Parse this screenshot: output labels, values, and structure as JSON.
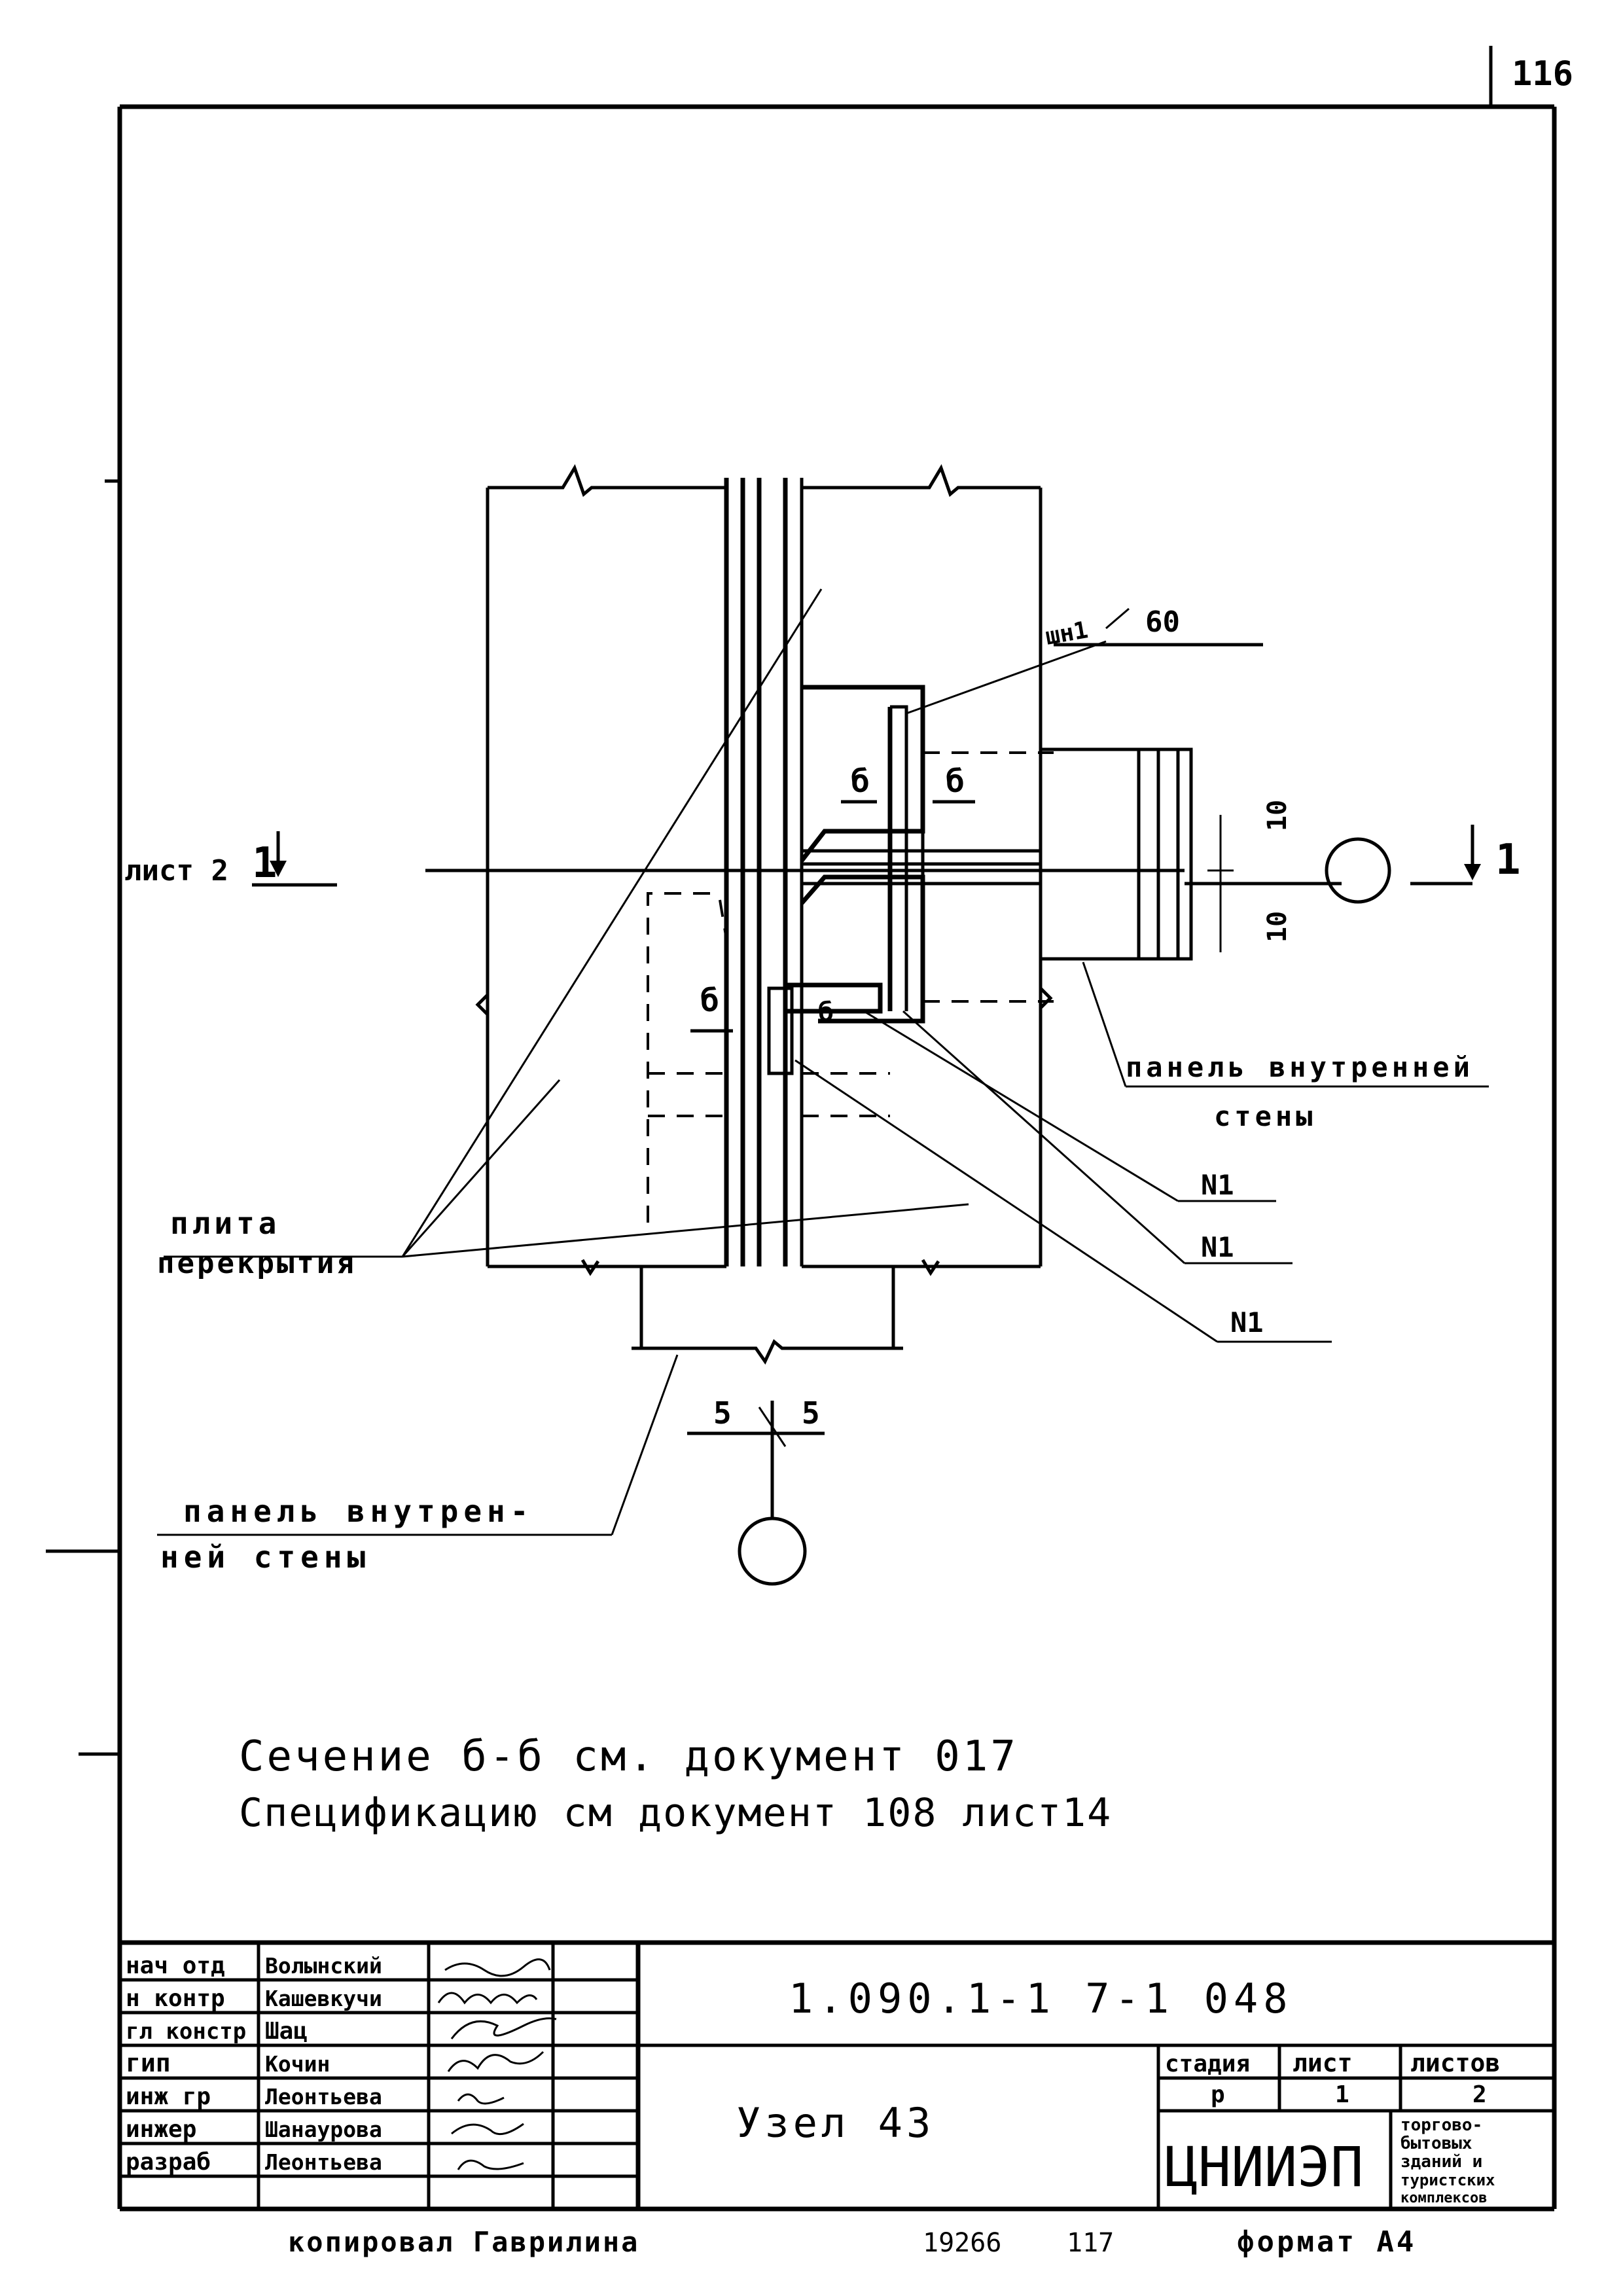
{
  "page_number": "116",
  "section_marker": {
    "sheet_ref": "лист 2",
    "cut_number": "1"
  },
  "dimensions": {
    "top_value": "60",
    "top_label": "шн1",
    "vertical_top": "10",
    "vertical_bottom": "10",
    "bottom_left": "5",
    "bottom_right": "5"
  },
  "cut_letters": [
    "б",
    "б",
    "б",
    "б"
  ],
  "labels": {
    "slab": [
      "плита",
      "перекрытия"
    ],
    "inner_wall_right": [
      "панель внутренней",
      "стены"
    ],
    "inner_wall_bottom": [
      "панель внутрен-",
      "ней стены"
    ],
    "n_marks": [
      "N1",
      "N1",
      "N1"
    ]
  },
  "notes": [
    "Сечение б-б см. документ 017",
    "Спецификацию см документ 108 лист14"
  ],
  "title_block": {
    "roles": [
      "нач отд",
      "н контр",
      "гл констр",
      "гип",
      "инж гр",
      "инжер",
      "разраб"
    ],
    "names": [
      "Волынский",
      "Кашевкучи",
      "Шац",
      "Кочин",
      "Леонтьева",
      "Шанаурова",
      "Леонтьева"
    ],
    "doc_code": "1.090.1-1 7-1 048",
    "title": "Узел 43",
    "stage_header": "стадия",
    "sheet_header": "лист",
    "sheets_header": "листов",
    "stage_value": "р",
    "sheet_value": "1",
    "sheets_value": "2",
    "org": "ЦНИИЭП",
    "org_desc": [
      "торгово-",
      "бытовых",
      "зданий и",
      "туристских",
      "комплексов"
    ]
  },
  "footer": {
    "copied_by": "копировал Гаврилина",
    "number": "19266",
    "page": "117",
    "format": "формат А4"
  }
}
